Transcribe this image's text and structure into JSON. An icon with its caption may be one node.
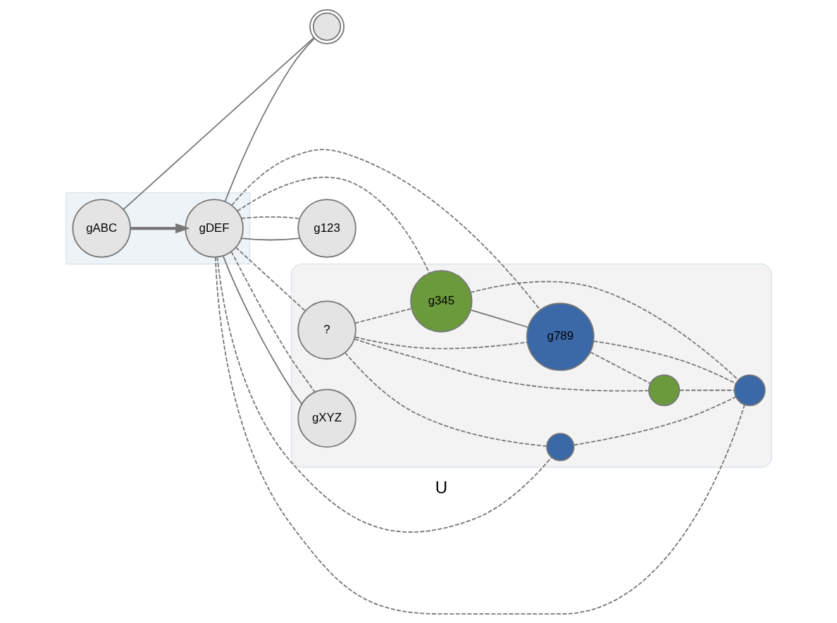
{
  "diagram": {
    "nodes": [
      {
        "text": [],
        "shape": "parallelogram"
      },
      {
        "text": [
          "gDEF"
        ],
        "in": 0
      },
      {
        "text": [
          "gABC"
        ],
        "in": 0
      },
      {
        "text": [],
        "shape": "circle"
      },
      {
        "text": [
          "g123"
        ]
      },
      {
        "text": [],
        "shape": "ellipse"
      },
      {
        "text": [
          "gXYZ"
        ],
        "in": 5
      },
      {
        "text": [
          "?"
        ],
        "in": 5
      },
      {
        "text": [],
        "shape": "circle",
        "in": 5
      },
      {
        "text": [],
        "shape": "circle",
        "in": 5
      },
      {
        "text": [
          "g345"
        ],
        "in": 5
      },
      {
        "text": [
          "g789"
        ],
        "in": 5
      },
      {
        "text": [],
        "shape": "circle",
        "in": 5
      }
    ],
    "edges": [
      {
        "from": 2,
        "to": 1,
        "arrow": "to",
        "style": "thick"
      },
      {
        "from": 2,
        "to": 3,
        "arrow": "none"
      },
      {
        "from": 1,
        "to": 3,
        "arrow": "none"
      },
      {
        "from": 1,
        "to": 4,
        "arrow": "none"
      },
      {
        "from": 1,
        "to": 4,
        "arrow": "none",
        "style": "dashed"
      },
      {
        "from": 1,
        "to": 6,
        "arrow": "none"
      },
      {
        "from": 1,
        "to": 6,
        "arrow": "none",
        "style": "dashed"
      },
      {
        "from": 1,
        "to": 7,
        "arrow": "none",
        "style": "dashed"
      },
      {
        "from": 1,
        "to": 8,
        "arrow": "none",
        "style": "dashed"
      },
      {
        "from": 1,
        "to": 9,
        "arrow": "none",
        "style": "dashed"
      },
      {
        "from": 1,
        "to": 10,
        "arrow": "none",
        "style": "dashed"
      },
      {
        "from": 1,
        "to": 11,
        "arrow": "none",
        "style": "dashed"
      },
      {
        "from": 7,
        "to": 11,
        "arrow": "none",
        "style": "dashed"
      },
      {
        "from": 7,
        "to": 10,
        "arrow": "none",
        "style": "dashed"
      },
      {
        "from": 7,
        "to": 8,
        "arrow": "none",
        "style": "dashed"
      },
      {
        "from": 7,
        "to": 12,
        "arrow": "none",
        "style": "dashed"
      },
      {
        "from": 8,
        "to": 9,
        "arrow": "none",
        "style": "dashed"
      },
      {
        "from": 10,
        "to": 11,
        "arrow": "none"
      },
      {
        "from": 10,
        "to": 9,
        "arrow": "none",
        "style": "dashed"
      },
      {
        "from": 11,
        "to": 9,
        "arrow": "none",
        "style": "dashed"
      },
      {
        "from": 11,
        "to": 12,
        "arrow": "none",
        "style": "dashed"
      },
      {
        "from": 12,
        "to": 9,
        "arrow": "none",
        "style": "dashed"
      }
    ],
    "labels": [
      "U"
    ]
  }
}
